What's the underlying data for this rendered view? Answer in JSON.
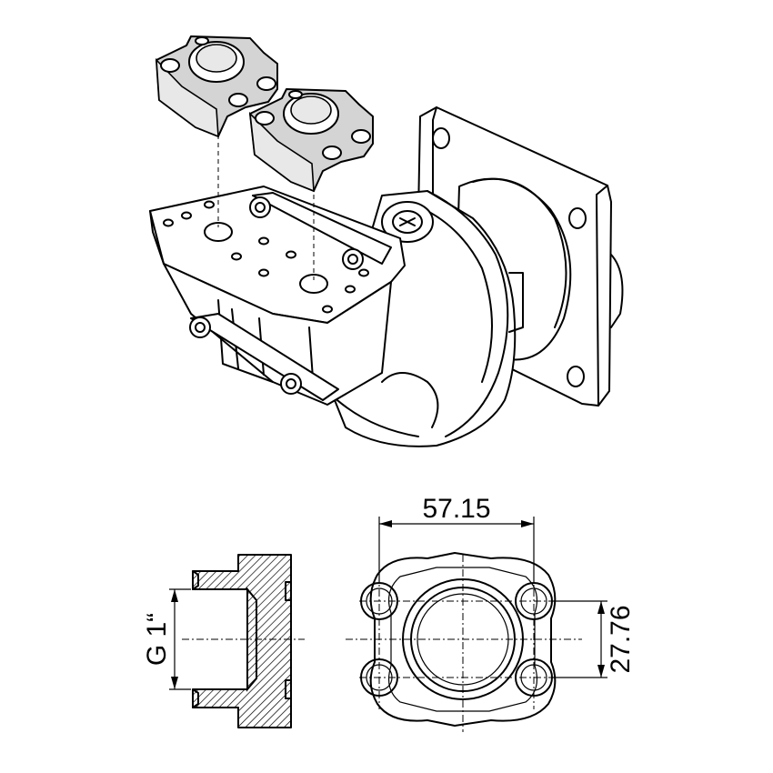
{
  "dimensions": {
    "width_label": "57.15",
    "height_label": "27.76",
    "thread_label": "G 1“"
  }
}
